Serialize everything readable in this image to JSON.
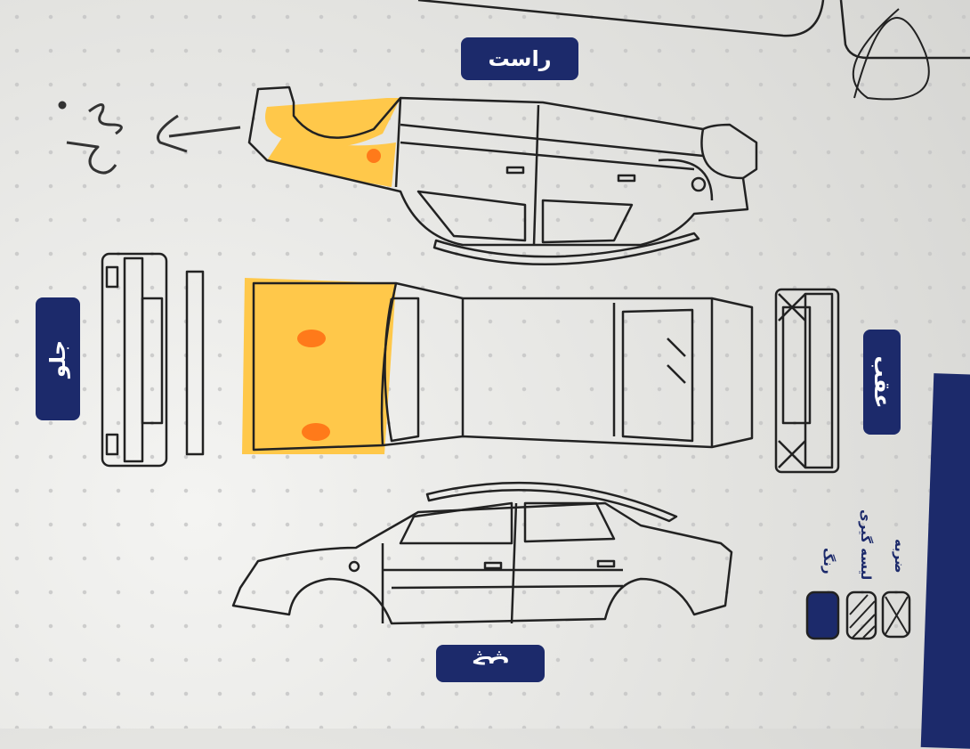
{
  "labels": {
    "right": "راست",
    "front": "جلو",
    "rear": "عقب",
    "left": "چپ"
  },
  "legend": [
    {
      "label": "رنگ",
      "pattern": "solid"
    },
    {
      "label": "لیسه گیری",
      "pattern": "hatched"
    },
    {
      "label": "ضربه",
      "pattern": "cross"
    }
  ],
  "colors": {
    "badge": "#1c2a6b",
    "paint_highlight": "#ffc84a",
    "spot": "#ff7a1a"
  }
}
